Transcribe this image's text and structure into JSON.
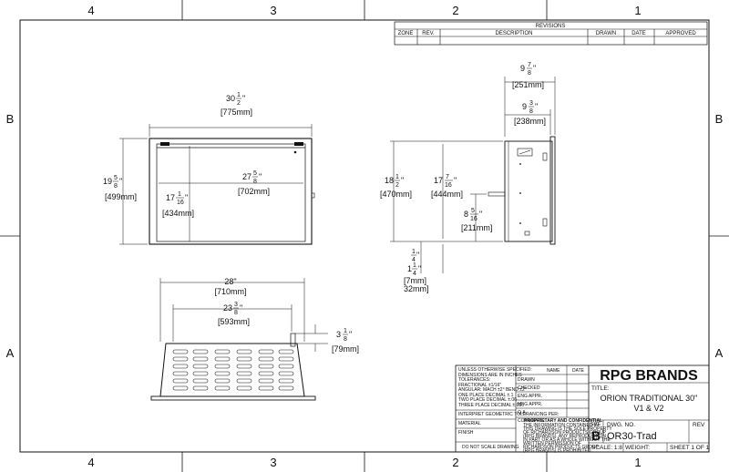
{
  "zones": {
    "cols": [
      "4",
      "3",
      "2",
      "1"
    ],
    "rows": [
      "B",
      "A"
    ]
  },
  "revisions": {
    "title": "REVISIONS",
    "headers": [
      "ZONE",
      "REV.",
      "DESCRIPTION",
      "DRAWN",
      "DATE",
      "APPROVED"
    ]
  },
  "front_view": {
    "overall_width": {
      "whole": "30",
      "num": "1",
      "den": "2",
      "unit": "\"",
      "metric": "[775mm]"
    },
    "overall_height": {
      "whole": "19",
      "num": "5",
      "den": "8",
      "unit": "\"",
      "metric": "[499mm]"
    },
    "opening_width": {
      "whole": "27",
      "num": "5",
      "den": "8",
      "unit": "\"",
      "metric": "[702mm]"
    },
    "opening_height": {
      "whole": "17",
      "num": "1",
      "den": "16",
      "unit": "\"",
      "metric": "[434mm]"
    }
  },
  "side_view": {
    "depth_top": {
      "whole": "9",
      "num": "7",
      "den": "8",
      "unit": "\"",
      "metric": "[251mm]"
    },
    "depth_body": {
      "whole": "9",
      "num": "3",
      "den": "8",
      "unit": "\"",
      "metric": "[238mm]"
    },
    "height_total": {
      "whole": "18",
      "num": "1",
      "den": "2",
      "unit": "\"",
      "metric": "[470mm]"
    },
    "height_inner": {
      "whole": "17",
      "num": "7",
      "den": "16",
      "unit": "\"",
      "metric": "[444mm]"
    },
    "gas_height": {
      "whole": "8",
      "num": "5",
      "den": "16",
      "unit": "\"",
      "metric": "[211mm]"
    },
    "offset_small": {
      "num": "1",
      "den": "4",
      "unit": "\""
    },
    "offset_large": {
      "whole": "1",
      "num": "1",
      "den": "4",
      "unit": "\""
    },
    "offset_metric": [
      "[7mm]",
      "32mm]"
    ]
  },
  "top_view": {
    "width_total": {
      "text": "28\"",
      "metric": "[710mm]"
    },
    "width_inner": {
      "whole": "23",
      "num": "3",
      "den": "8",
      "unit": "\"",
      "metric": "[593mm]"
    },
    "flue": {
      "whole": "3",
      "num": "1",
      "den": "8",
      "unit": "\"",
      "metric": "[79mm]"
    }
  },
  "title_block": {
    "tolerance_lines": [
      "UNLESS OTHERWISE SPECIFIED:",
      "DIMENSIONS ARE IN INCHES",
      "TOLERANCES:",
      "FRACTIONAL  ±1/16\"",
      "ANGULAR: MACH  ±2° BEND ±2°",
      "ONE PLACE DECIMAL    ±.1",
      "TWO PLACE DECIMAL    ±.06",
      "THREE PLACE DECIMAL  ±.030"
    ],
    "geometric": "INTERPRET GEOMETRIC TOLERANCING PER:",
    "material": "MATERIAL",
    "finish": "FINISH",
    "no_scale": "DO NOT SCALE DRAWING",
    "col_name": "NAME",
    "col_date": "DATE",
    "roles": [
      "DRAWN",
      "CHECKED",
      "ENG APPR.",
      "MFG APPR.",
      "Q.A."
    ],
    "comments": "COMMENTS:",
    "proprietary_title": "PROPRIETARY AND CONFIDENTIAL",
    "proprietary_lines": [
      "THE INFORMATION CONTAINED IN",
      "THIS DRAWING IS THE SOLE PROPERTY",
      "OF RICHARDSON PRODUCTS GROUP",
      "(RPG BRANDS). ANY REPRODUCTION",
      "IN PART OR AS A WHOLE WITHOUT THE",
      "WRITTEN PERMISSION OF",
      "RICHARDSON PRODUCTS GROUP",
      "(RPG BRANDS) IS PROHIBITED."
    ],
    "company": "RPG BRANDS",
    "title_label": "TITLE:",
    "title_lines": [
      "ORION TRADITIONAL 30\"",
      "V1 & V2"
    ],
    "size_label": "SIZE",
    "size": "B",
    "dwg_label": "DWG.  NO.",
    "dwg_no": "OR30-Trad",
    "rev_label": "REV",
    "scale": "SCALE: 1:8",
    "weight": "WEIGHT:",
    "sheet": "SHEET 1 OF 1"
  }
}
